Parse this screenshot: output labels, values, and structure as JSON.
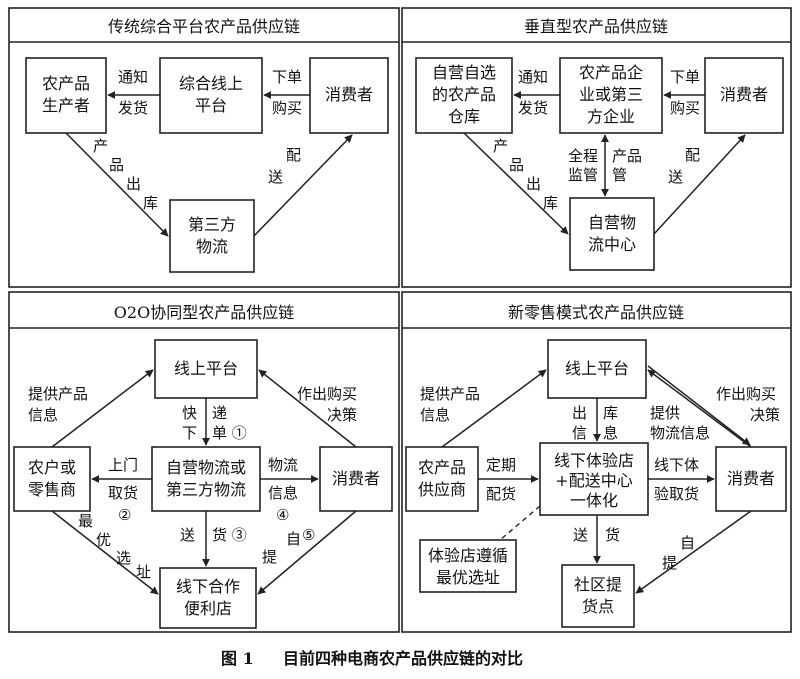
{
  "caption": {
    "label": "图 1",
    "text": "目前四种电商农产品供应链的对比"
  },
  "panels": [
    {
      "title": "传统综合平台农产品供应链",
      "nodes": {
        "producer": [
          "农产品",
          "生产者"
        ],
        "platform": [
          "综合线上",
          "平台"
        ],
        "consumer": [
          "消费者"
        ],
        "logistics": [
          "第三方",
          "物流"
        ]
      },
      "edges": {
        "notify": [
          "通知",
          "发货"
        ],
        "order": [
          "下单",
          "购买"
        ],
        "out": [
          "产",
          "品",
          "出",
          "库"
        ],
        "deliver": [
          "配",
          "送"
        ]
      }
    },
    {
      "title": "垂直型农产品供应链",
      "nodes": {
        "warehouse": [
          "自营自选",
          "的农产品",
          "仓库"
        ],
        "enterprise": [
          "农产品企",
          "业或第三",
          "方企业"
        ],
        "consumer": [
          "消费者"
        ],
        "center": [
          "自营物",
          "流中心"
        ]
      },
      "edges": {
        "notify": [
          "通知",
          "发货"
        ],
        "order": [
          "下单",
          "购买"
        ],
        "out": [
          "产",
          "品",
          "出",
          "库"
        ],
        "monitor": [
          "全程",
          "监管",
          "产品"
        ],
        "deliver": [
          "配",
          "送"
        ]
      }
    },
    {
      "title": "O2O协同型农产品供应链",
      "nodes": {
        "platform": [
          "线上平台"
        ],
        "farmer": [
          "农户或",
          "零售商"
        ],
        "logistics": [
          "自营物流或",
          "第三方物流"
        ],
        "consumer": [
          "消费者"
        ],
        "store": [
          "线下合作",
          "便利店"
        ]
      },
      "edges": {
        "provide": [
          "提供产品",
          "信息"
        ],
        "decide": [
          "作出购买",
          "决策"
        ],
        "express": [
          "快",
          "下",
          "递",
          "单 ①"
        ],
        "pickup": [
          "上门",
          "取货",
          "②"
        ],
        "info": [
          "物流",
          "信息",
          "④"
        ],
        "route": [
          "最",
          "优",
          "选",
          "址"
        ],
        "ship": [
          "送",
          "货 ③"
        ],
        "selfpick": [
          "提",
          "自",
          "⑤"
        ]
      }
    },
    {
      "title": "新零售模式农产品供应链",
      "nodes": {
        "platform": [
          "线上平台"
        ],
        "supplier": [
          "农产品",
          "供应商"
        ],
        "experience": [
          "线下体验店",
          "+配送中心",
          "一体化"
        ],
        "consumer": [
          "消费者"
        ],
        "rule": [
          "体验店遵循",
          "最优选址"
        ],
        "community": [
          "社区提",
          "货点"
        ]
      },
      "edges": {
        "provide": [
          "提供产品",
          "信息"
        ],
        "decide": [
          "作出购买",
          "决策"
        ],
        "outinfo": [
          "出",
          "信",
          "库",
          "息"
        ],
        "loginfo": [
          "提供",
          "物流信息"
        ],
        "periodic": [
          "定期",
          "配货"
        ],
        "offline": [
          "线下体",
          "验取货"
        ],
        "ship": [
          "送",
          "货"
        ],
        "selfpick": [
          "自",
          "提"
        ]
      }
    }
  ]
}
